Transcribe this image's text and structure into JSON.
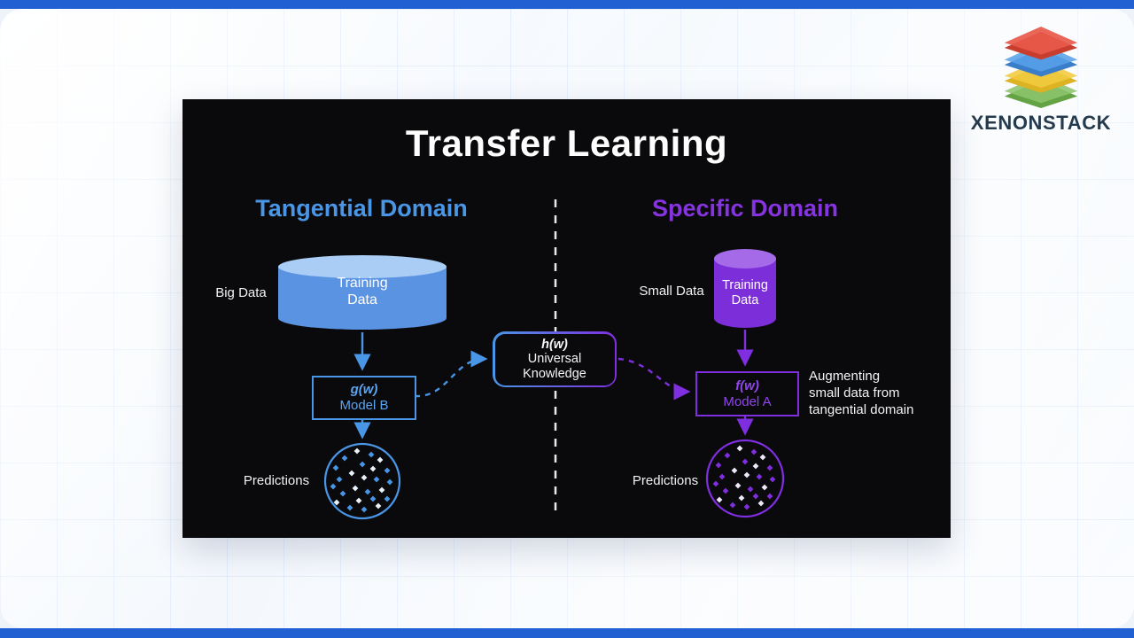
{
  "chrome": {
    "bar_color": "#2060d2",
    "panel_bg": "#0a0a0c"
  },
  "branding": {
    "wordmark": "XENONSTACK",
    "wordmark_color": "#243a4d",
    "layers": [
      {
        "name": "red-layer",
        "face": "#e8594a",
        "depth": "#c73d2e"
      },
      {
        "name": "blue-layer",
        "face": "#58a0e8",
        "depth": "#3a7ec9"
      },
      {
        "name": "yellow-layer",
        "face": "#f2cb3f",
        "depth": "#ddb223"
      },
      {
        "name": "green-layer",
        "face": "#8cc46c",
        "depth": "#63a344"
      }
    ]
  },
  "diagram": {
    "title": "Transfer Learning",
    "divider_color": "#e9e9e9",
    "left": {
      "heading": "Tangential Domain",
      "accent": "#4a96e6",
      "data_size_label": "Big Data",
      "cylinder_line1": "Training",
      "cylinder_line2": "Data",
      "cylinder_body": "#5b93e3",
      "cylinder_top": "#a9cdf4",
      "model_formula": "g(w)",
      "model_name": "Model B",
      "predictions_label": "Predictions",
      "dot_white": "#e9f1fb"
    },
    "center": {
      "formula": "h(w)",
      "line1": "Universal",
      "line2": "Knowledge"
    },
    "right": {
      "heading": "Specific Domain",
      "heading_color": "#8633e0",
      "accent": "#7f2ee0",
      "data_size_label": "Small Data",
      "cylinder_line1": "Training",
      "cylinder_line2": "Data",
      "cylinder_body": "#7c2ed9",
      "cylinder_top": "#a46ae8",
      "model_formula": "f(w)",
      "model_name": "Model A",
      "predictions_label": "Predictions",
      "annotation_line1": "Augmenting",
      "annotation_line2": "small data from",
      "annotation_line3": "tangential domain",
      "dot_white": "#efe8fb"
    },
    "scatter_dots": [
      [
        -6,
        -34,
        "w"
      ],
      [
        10,
        -30,
        "a"
      ],
      [
        -20,
        -26,
        "a"
      ],
      [
        20,
        -24,
        "w"
      ],
      [
        0,
        -19,
        "a"
      ],
      [
        -30,
        -15,
        "a"
      ],
      [
        12,
        -14,
        "w"
      ],
      [
        28,
        -12,
        "a"
      ],
      [
        -12,
        -9,
        "w"
      ],
      [
        -26,
        -2,
        "a"
      ],
      [
        2,
        -4,
        "w"
      ],
      [
        16,
        -2,
        "a"
      ],
      [
        31,
        1,
        "a"
      ],
      [
        -33,
        6,
        "a"
      ],
      [
        -8,
        8,
        "w"
      ],
      [
        6,
        12,
        "a"
      ],
      [
        22,
        10,
        "w"
      ],
      [
        -22,
        14,
        "a"
      ],
      [
        -4,
        22,
        "w"
      ],
      [
        12,
        20,
        "a"
      ],
      [
        28,
        20,
        "a"
      ],
      [
        -29,
        24,
        "w"
      ],
      [
        -14,
        30,
        "a"
      ],
      [
        2,
        32,
        "a"
      ],
      [
        18,
        28,
        "w"
      ]
    ]
  }
}
